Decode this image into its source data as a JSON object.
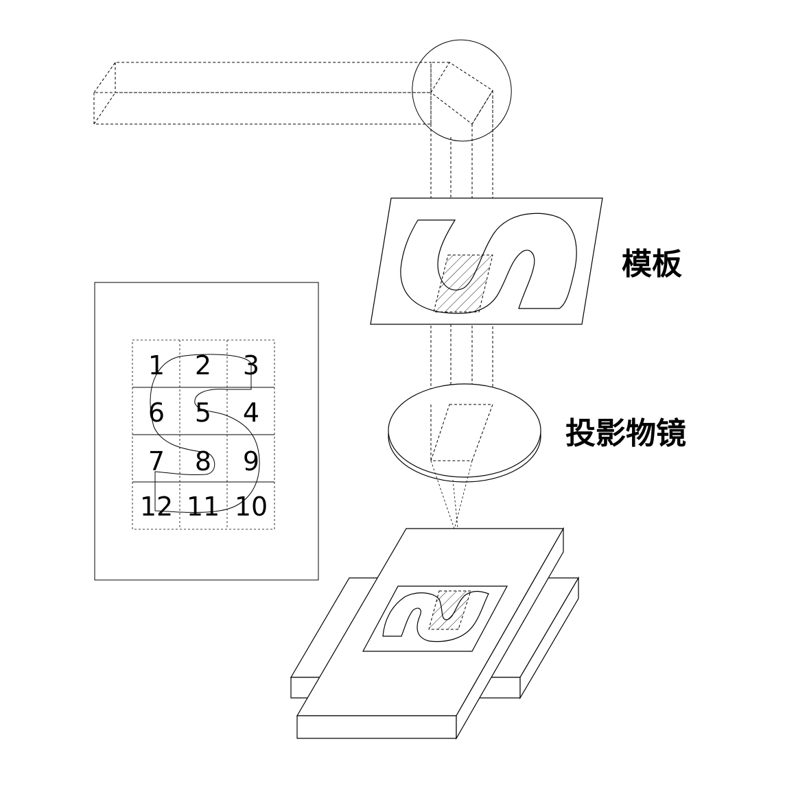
{
  "labels": {
    "mask": "模板",
    "projection_lens": "投影物镜"
  },
  "grid": {
    "rows": [
      [
        "1",
        "2",
        "3"
      ],
      [
        "6",
        "5",
        "4"
      ],
      [
        "7",
        "8",
        "9"
      ],
      [
        "12",
        "11",
        "10"
      ]
    ]
  },
  "colors": {
    "line": "#000000",
    "background": "#ffffff"
  }
}
